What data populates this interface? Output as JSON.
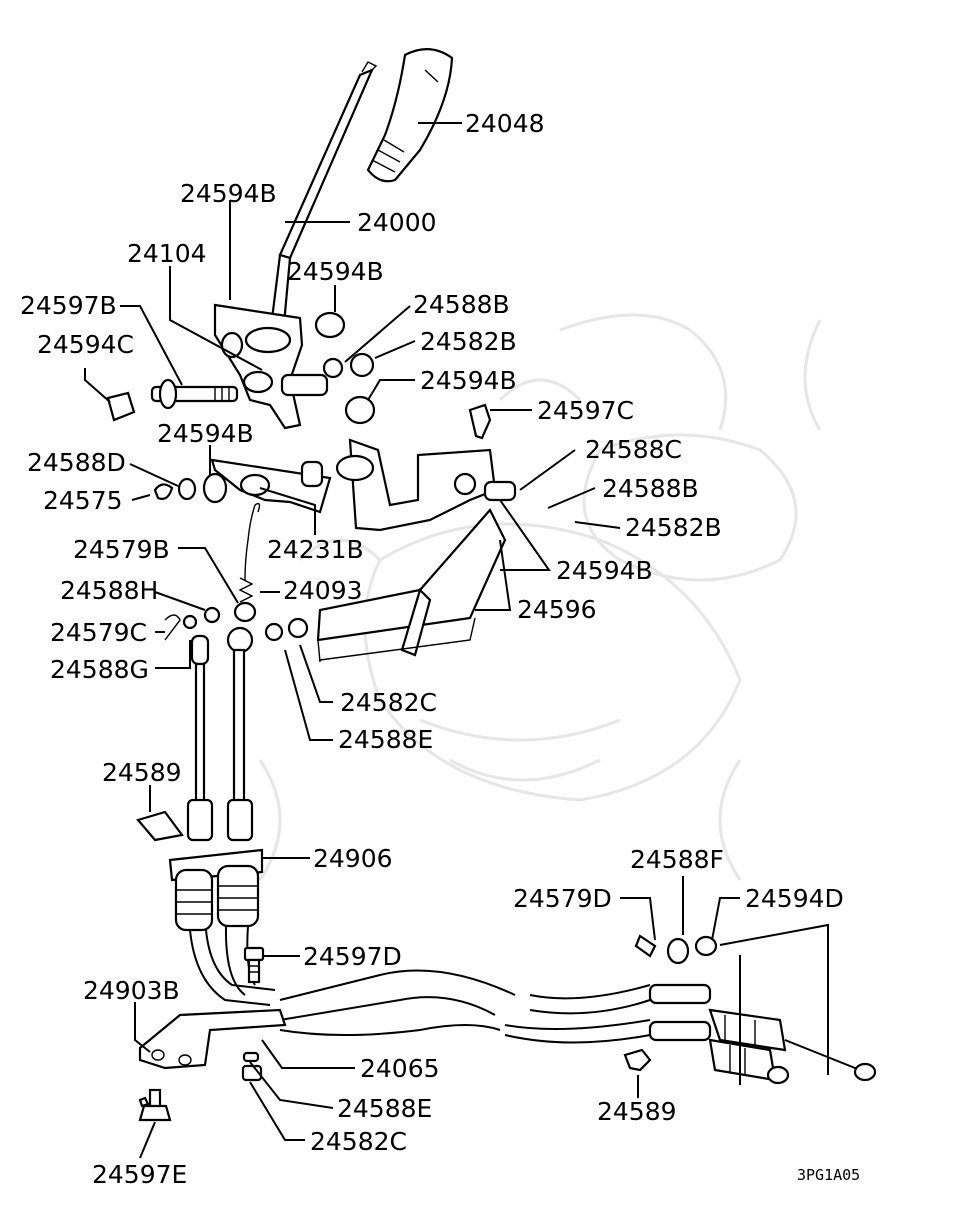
{
  "figure_code": "3PG1A05",
  "labels": {
    "l24048": "24048",
    "l24594B_a": "24594B",
    "l24000": "24000",
    "l24104": "24104",
    "l24594B_b": "24594B",
    "l24597B": "24597B",
    "l24588B_a": "24588B",
    "l24594C": "24594C",
    "l24582B_a": "24582B",
    "l24594B_c": "24594B",
    "l24597C": "24597C",
    "l24594B_d": "24594B",
    "l24588C": "24588C",
    "l24588D": "24588D",
    "l24588B_b": "24588B",
    "l24575": "24575",
    "l24582B_b": "24582B",
    "l24231B": "24231B",
    "l24579B": "24579B",
    "l24594B_e": "24594B",
    "l24588H": "24588H",
    "l24093": "24093",
    "l24596": "24596",
    "l24579C": "24579C",
    "l24588G": "24588G",
    "l24582C_a": "24582C",
    "l24588E_a": "24588E",
    "l24589_a": "24589",
    "l24906": "24906",
    "l24588F": "24588F",
    "l24579D": "24579D",
    "l24594D": "24594D",
    "l24597D": "24597D",
    "l24903B": "24903B",
    "l24065": "24065",
    "l24588E_b": "24588E",
    "l24589_b": "24589",
    "l24582C_b": "24582C",
    "l24597E": "24597E"
  }
}
